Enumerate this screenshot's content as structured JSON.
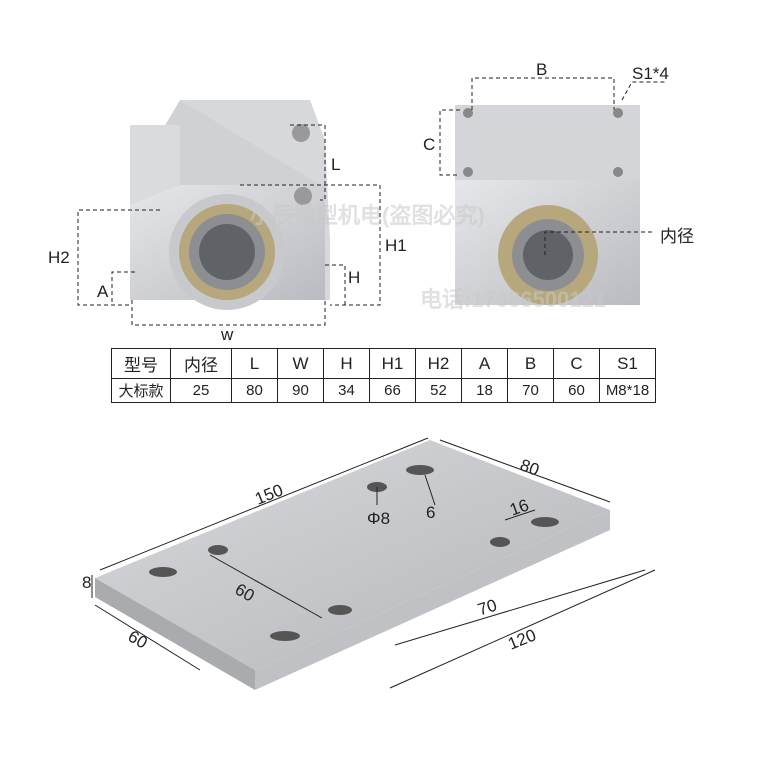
{
  "block_left_labels": {
    "L": "L",
    "H2": "H2",
    "H1": "H1",
    "A": "A",
    "H": "H",
    "W": "w"
  },
  "block_right_labels": {
    "B": "B",
    "S1": "S1*4",
    "C": "C",
    "bore": "内径"
  },
  "table": {
    "headers": [
      "型号",
      "内径",
      "L",
      "W",
      "H",
      "H1",
      "H2",
      "A",
      "B",
      "C",
      "S1"
    ],
    "rows": [
      [
        "大标款",
        "25",
        "80",
        "90",
        "34",
        "66",
        "52",
        "18",
        "70",
        "60",
        "M8*18"
      ]
    ]
  },
  "plate_labels": {
    "length": "150",
    "width": "80",
    "thickness": "8",
    "hole_dia": "Φ8",
    "slot_w": "6",
    "slot_len": "16",
    "d60a": "60",
    "d60b": "60",
    "d70": "70",
    "d120": "120"
  },
  "watermark": [
    "小辰微型机电(盗图必究)",
    "电话:17666500121"
  ]
}
